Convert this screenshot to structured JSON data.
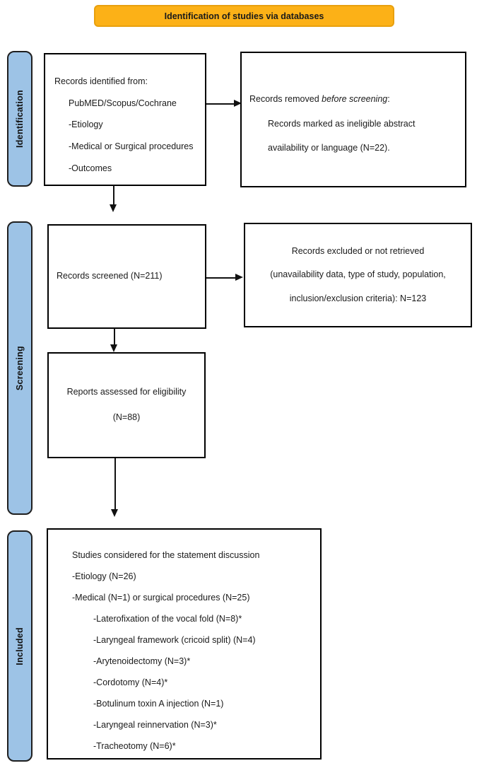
{
  "banner": {
    "label": "Identification of studies via databases"
  },
  "colors": {
    "banner_bg": "#FCB117",
    "banner_border": "#E8A00E",
    "stage_bg": "#9DC3E6",
    "stage_border": "#1F1F1F",
    "box_border": "#000000",
    "arrow": "#111111",
    "text": "#1A1A1A"
  },
  "stages": {
    "identification": "Identification",
    "screening": "Screening",
    "included": "Included"
  },
  "boxes": {
    "records_identified": {
      "title": "Records identified from:",
      "items": [
        "PubMED/Scopus/Cochrane",
        "-Etiology",
        "-Medical or Surgical procedures",
        "-Outcomes"
      ]
    },
    "records_removed": {
      "line1_prefix": "Records removed ",
      "line1_italic": "before screening",
      "line1_suffix": ":",
      "items": [
        "Records marked as ineligible abstract",
        "availability or language (N=22)."
      ]
    },
    "records_screened": {
      "label": "Records screened (N=211)"
    },
    "records_excluded": {
      "lines": [
        "Records excluded or not retrieved",
        "(unavailability data, type of study, population,",
        "inclusion/exclusion criteria): N=123"
      ]
    },
    "reports_assessed": {
      "lines": [
        "Reports assessed for eligibility",
        "(N=88)"
      ]
    },
    "studies_considered": {
      "lines": [
        {
          "text": "Studies considered for the statement discussion",
          "indent": 0
        },
        {
          "text": "-Etiology (N=26)",
          "indent": 0
        },
        {
          "text": "-Medical (N=1) or surgical procedures (N=25)",
          "indent": 0
        },
        {
          "text": "-Laterofixation of the vocal fold (N=8)*",
          "indent": 1
        },
        {
          "text": "-Laryngeal framework (cricoid split) (N=4)",
          "indent": 1
        },
        {
          "text": "-Arytenoidectomy (N=3)*",
          "indent": 1
        },
        {
          "text": "-Cordotomy (N=4)*",
          "indent": 1
        },
        {
          "text": "-Botulinum toxin A injection (N=1)",
          "indent": 1
        },
        {
          "text": "-Laryngeal reinnervation (N=3)*",
          "indent": 1
        },
        {
          "text": "-Tracheotomy (N=6)*",
          "indent": 1
        }
      ]
    }
  }
}
